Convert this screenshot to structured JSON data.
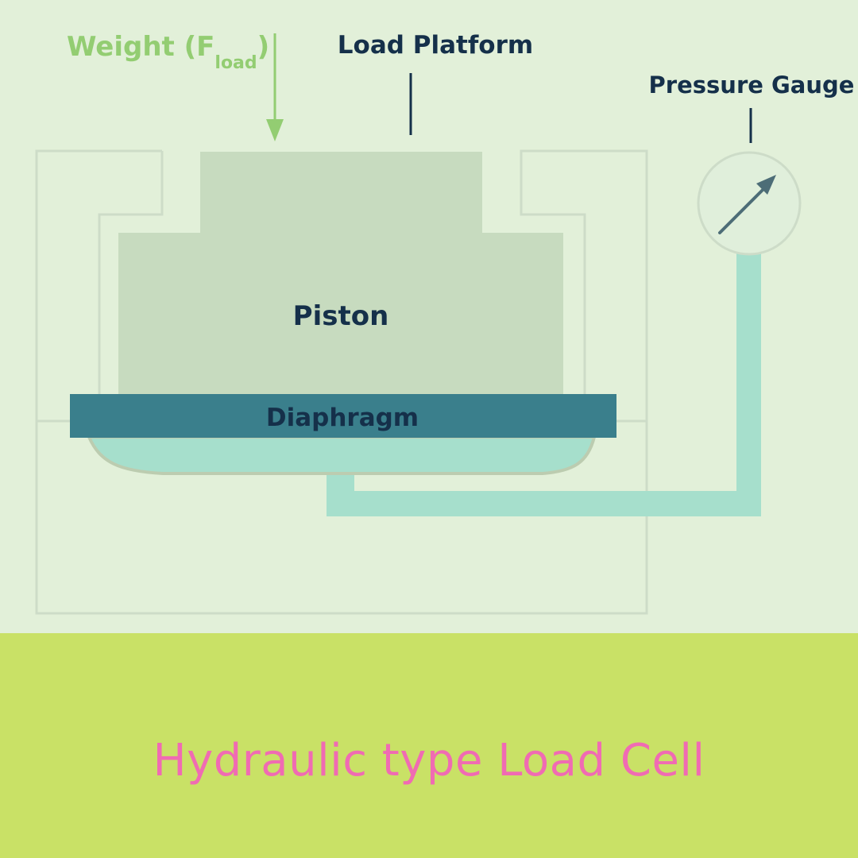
{
  "labels": {
    "weight": "Weight (F",
    "weight_subscript": "load",
    "weight_close": ")",
    "load_platform": "Load Platform",
    "pressure_gauge": "Pressure Gauge",
    "piston": "Piston",
    "diaphragm": "Diaphragm"
  },
  "caption": "Hydraulic type Load Cell",
  "colors": {
    "background": "#e2f0d9",
    "caption_band": "#c9e166",
    "caption_text": "#f06bb3",
    "housing_outline": "#cddcc8",
    "piston_fill": "#c7dbbf",
    "diaphragm_fill": "#3a7f8c",
    "fluid_fill": "#a6dfcc",
    "fluid_edge": "#bcccb0",
    "arrow_green": "#93cd72",
    "label_dark": "#15304a",
    "gauge_needle": "#4d6d77",
    "gauge_face": "#e0efdb"
  },
  "icons": {
    "force_arrow": "arrow-down-icon",
    "gauge_needle": "arrow-up-right-icon"
  }
}
